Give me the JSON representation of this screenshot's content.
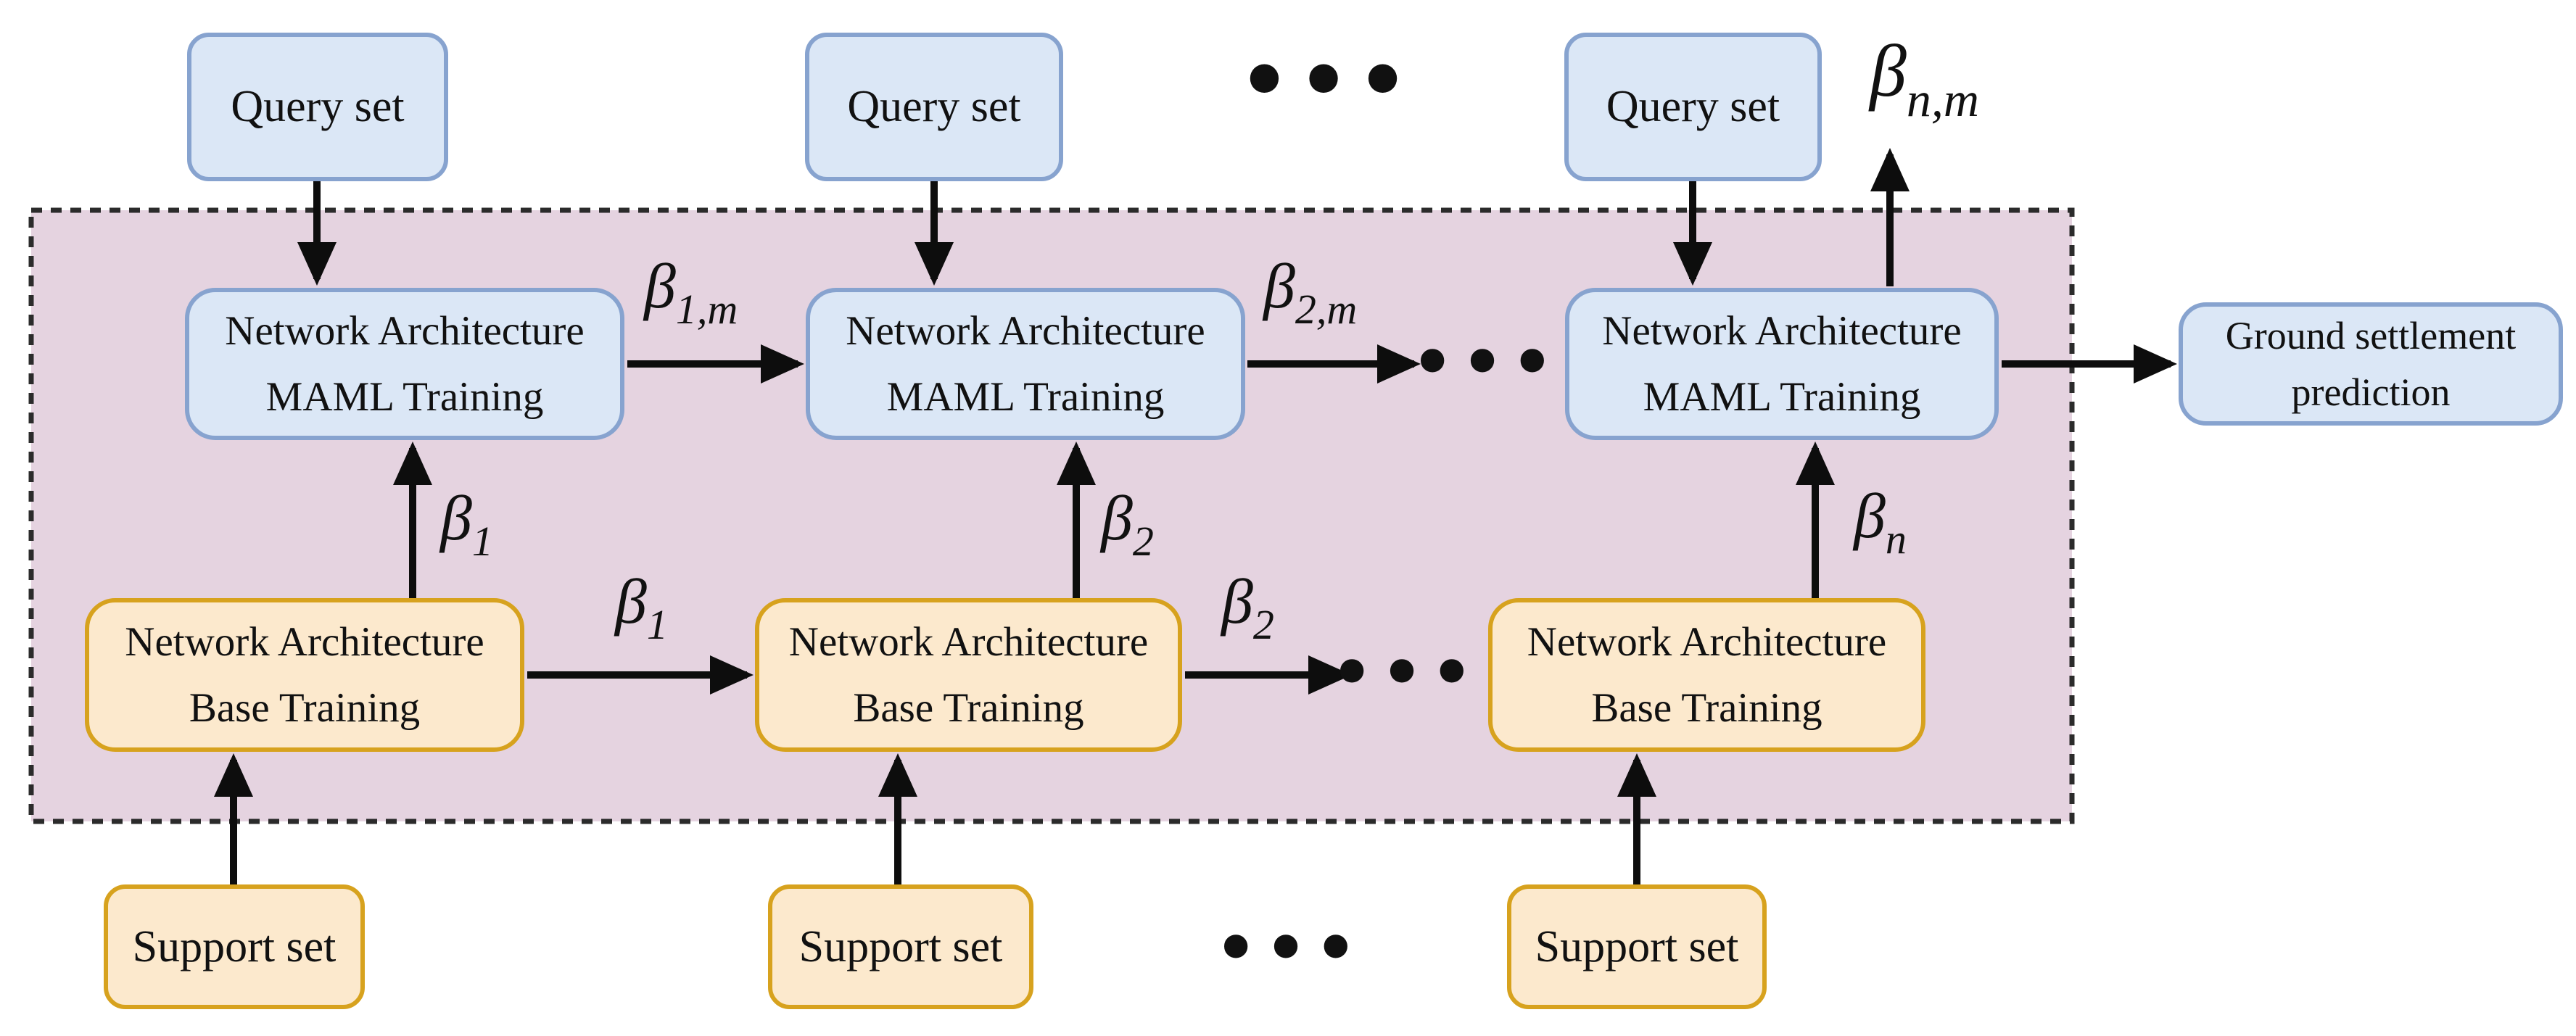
{
  "colors": {
    "page_bg": "#ffffff",
    "panel_fill": "#e5d3e0",
    "panel_border": "#2b2b2b",
    "blue_fill": "#dbe7f6",
    "blue_border": "#87a3cf",
    "orange_fill": "#fce9cd",
    "orange_border": "#d7a21e",
    "arrow": "#0d0d0d",
    "text": "#111111"
  },
  "query_sets": [
    {
      "label": "Query set"
    },
    {
      "label": "Query set"
    },
    {
      "label": "Query set"
    }
  ],
  "maml_boxes": [
    {
      "line1": "Network Architecture",
      "line2": "MAML Training"
    },
    {
      "line1": "Network Architecture",
      "line2": "MAML Training"
    },
    {
      "line1": "Network Architecture",
      "line2": "MAML Training"
    }
  ],
  "base_boxes": [
    {
      "line1": "Network Architecture",
      "line2": "Base Training"
    },
    {
      "line1": "Network Architecture",
      "line2": "Base Training"
    },
    {
      "line1": "Network Architecture",
      "line2": "Base Training"
    }
  ],
  "support_sets": [
    {
      "label": "Support set"
    },
    {
      "label": "Support set"
    },
    {
      "label": "Support set"
    }
  ],
  "output_box": {
    "line1": "Ground settlement",
    "line2": "prediction"
  },
  "beta_labels": {
    "b1m": {
      "sym": "β",
      "sub": "1,m"
    },
    "b2m": {
      "sym": "β",
      "sub": "2,m"
    },
    "bnm": {
      "sym": "β",
      "sub": "n,m"
    },
    "b1_up": {
      "sym": "β",
      "sub": "1"
    },
    "b1_right": {
      "sym": "β",
      "sub": "1"
    },
    "b2_up": {
      "sym": "β",
      "sub": "2"
    },
    "b2_right": {
      "sym": "β",
      "sub": "2"
    },
    "bn_up": {
      "sym": "β",
      "sub": "n"
    }
  },
  "ellipsis": {
    "top_row": "•••",
    "maml_row": "•••",
    "base_row": "•••",
    "support_row": "•••"
  }
}
